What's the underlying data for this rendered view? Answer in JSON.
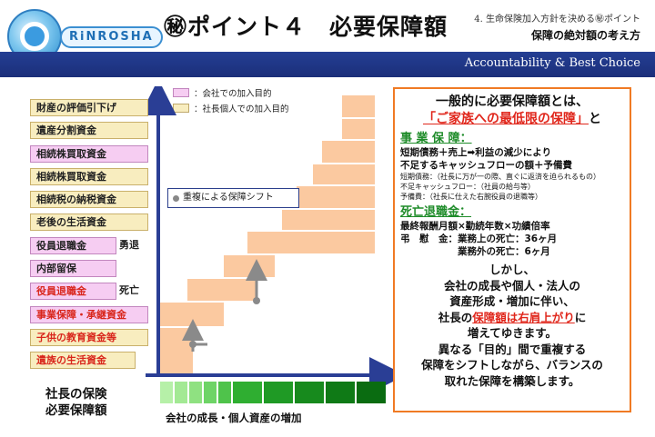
{
  "header": {
    "logo_text": "RiNROSHA",
    "title": "㊙ポイント４　必要保障額",
    "subtitle_top": "4. 生命保険加入方針を決める㊙ポイント",
    "subtitle_bottom": "保障の絶対額の考え方",
    "band_text": "Accountability & Best Choice"
  },
  "legend": {
    "company": "：会社での加入目的",
    "personal": "：社長個人での加入目的"
  },
  "labels": [
    {
      "text": "財産の評価引下げ",
      "kind": "personal",
      "width": "full",
      "red": false,
      "note": ""
    },
    {
      "text": "遺産分割資金",
      "kind": "personal",
      "width": "full",
      "red": false,
      "note": ""
    },
    {
      "text": "相続株買取資金",
      "kind": "company",
      "width": "full",
      "red": false,
      "note": ""
    },
    {
      "text": "相続株買取資金",
      "kind": "personal",
      "width": "full",
      "red": false,
      "note": ""
    },
    {
      "text": "相続税の納税資金",
      "kind": "personal",
      "width": "full",
      "red": false,
      "note": ""
    },
    {
      "text": "老後の生活資金",
      "kind": "personal",
      "width": "full",
      "red": false,
      "note": ""
    },
    {
      "text": "役員退職金",
      "kind": "company",
      "width": "fixed",
      "red": false,
      "note": "勇退"
    },
    {
      "text": "内部留保",
      "kind": "company",
      "width": "fixed",
      "red": false,
      "note": ""
    },
    {
      "text": "役員退職金",
      "kind": "company",
      "width": "fixed",
      "red": true,
      "note": "死亡"
    },
    {
      "text": "事業保障・承継資金",
      "kind": "company",
      "width": "full",
      "red": true,
      "note": ""
    },
    {
      "text": "子供の教育資金等",
      "kind": "personal",
      "width": "full",
      "red": true,
      "note": ""
    },
    {
      "text": "遺族の生活資金",
      "kind": "personal",
      "width": "mid",
      "red": true,
      "note": ""
    }
  ],
  "chart": {
    "shift_label": "重複による保障シフト",
    "colors": {
      "axis": "#2a3e95",
      "block": "#fbc9a0",
      "arrow": "#8a8a8a"
    }
  },
  "bottom": {
    "label_line1": "社長の保険",
    "label_line2": "必要保障額",
    "caption": "会社の成長・個人資産の増加",
    "green_colors": [
      "#b6f0a8",
      "#a3e994",
      "#8fe181",
      "#6ed466",
      "#4fc34b",
      "#2fae31",
      "#1f9a25",
      "#178a1d",
      "#0f7a16",
      "#0a6c11"
    ]
  },
  "info": {
    "head1": "一般的に必要保障額とは、",
    "head2_red": "「ご家族への最低限の保障」",
    "head2_tail": "と",
    "sec1": "事 業 保 障：",
    "sec1_l1": "短期債務＋売上➡利益の減少により",
    "sec1_l2": "不足するキャッシュフローの額＋予備費",
    "sec1_s1": "短期債務：（社長に万が一の際、直ぐに返済を迫られるもの）",
    "sec1_s2": "不足キャッシュフロー：（社員の給与等）",
    "sec1_s3": "予備費：（社長に仕えた右腕役員の退職等）",
    "sec2": "死亡退職金：",
    "sec2_l1": "最終報酬月額×勤続年数×功績倍率",
    "sec2_l2": "弔　慰　金：業務上の死亡：36ヶ月",
    "sec2_l3": "　　　　　　業務外の死亡：6ヶ月",
    "c1": "しかし、",
    "c2": "会社の成長や個人・法人の",
    "c3": "資産形成・増加に伴い、",
    "c4_pre": "社長の",
    "c4_red": "保障額は右肩上がり",
    "c4_post": "に",
    "c5": "増えてゆきます。",
    "c6": "異なる「目的」間で重複する",
    "c7": "保障をシフトしながら、バランスの",
    "c8": "取れた保障を構築します。"
  }
}
